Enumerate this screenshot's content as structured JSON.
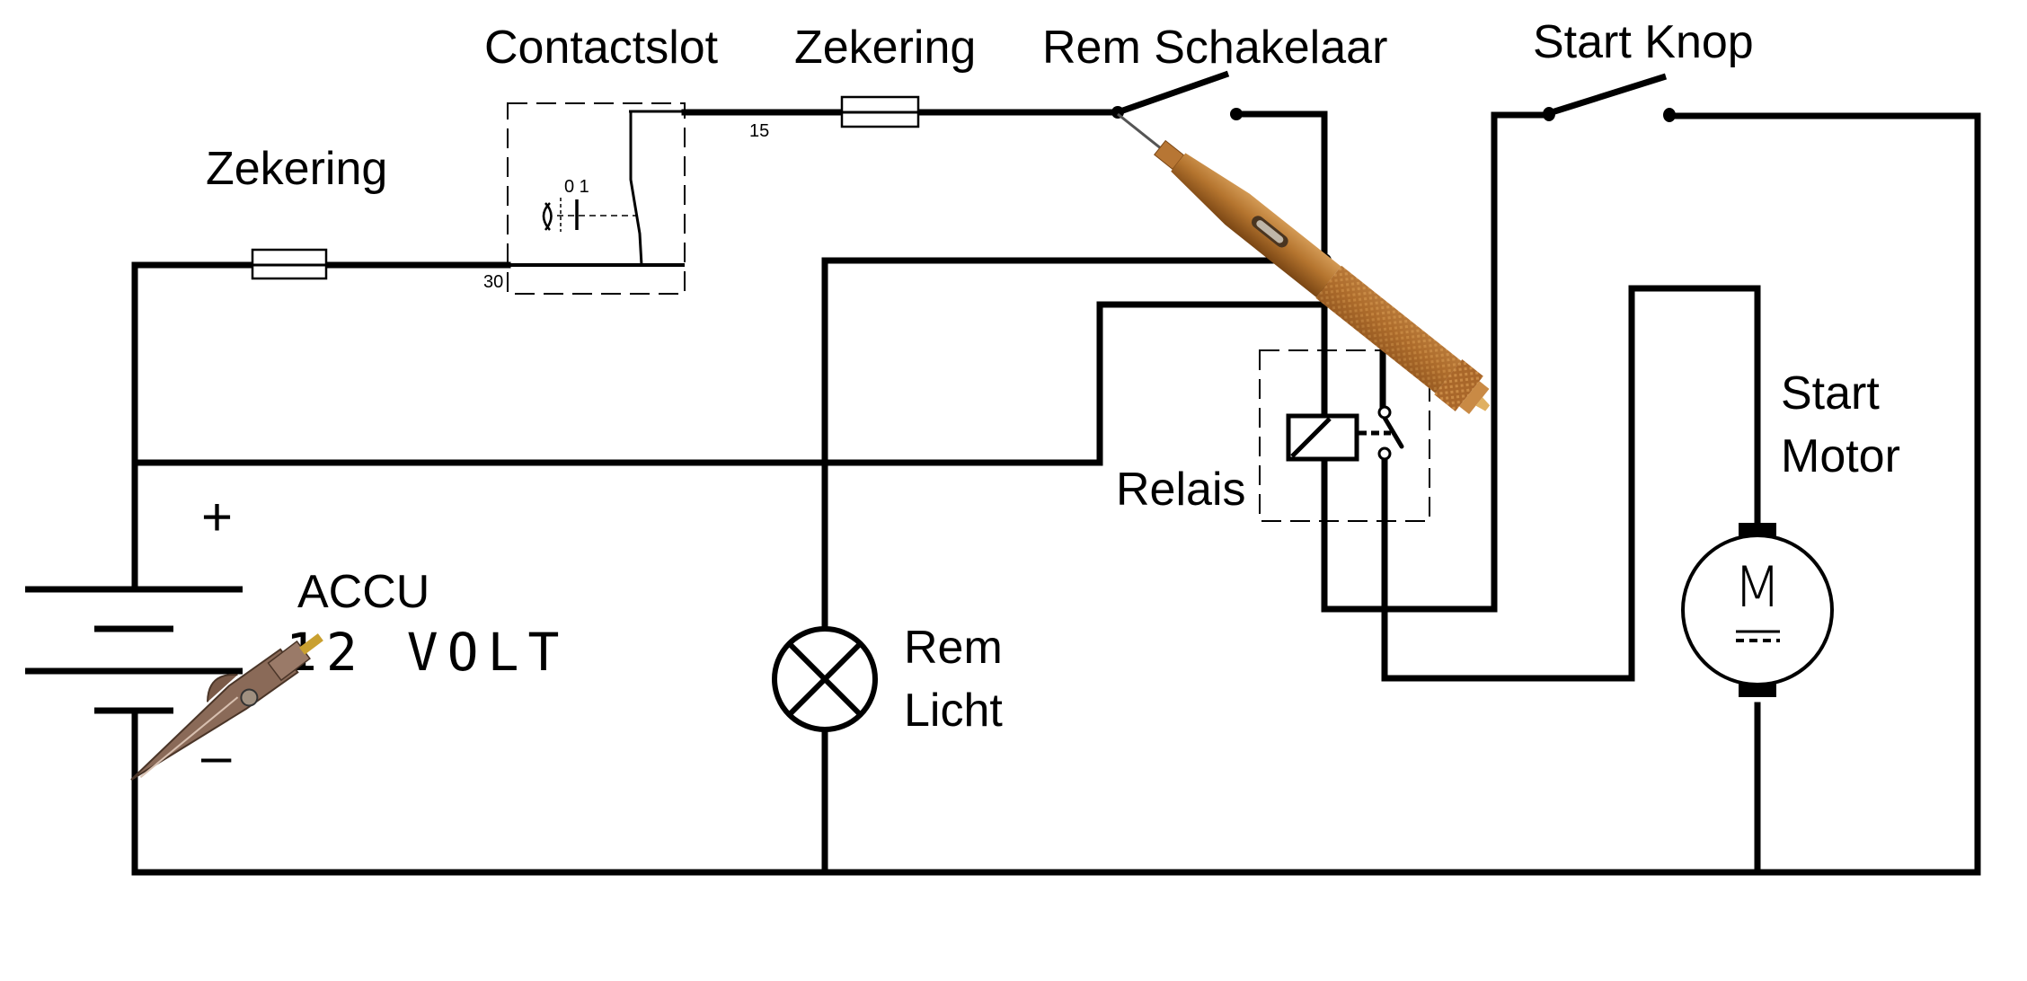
{
  "title": "Rem- en startcircuit met testlamp",
  "labels": {
    "fuse_left": "Zekering",
    "ignition_switch": "Contactslot",
    "fuse_top": "Zekering",
    "brake_switch": "Rem Schakelaar",
    "start_button": "Start Knop",
    "relay": "Relais",
    "starter_motor_line1": "Start",
    "starter_motor_line2": "Motor",
    "brake_light_line1": "Rem",
    "brake_light_line2": "Licht",
    "battery": "ACCU",
    "battery_voltage": "12 VOLT",
    "battery_plus": "+",
    "battery_minus": "–",
    "terminal_30": "30",
    "terminal_15": "15",
    "switch_positions": "0 1",
    "motor_symbol": "M"
  },
  "components": [
    {
      "id": "battery",
      "type": "battery",
      "voltage_v": 12
    },
    {
      "id": "fuse-1",
      "type": "fuse"
    },
    {
      "id": "ignition-switch",
      "type": "key-switch",
      "terminals": [
        "30",
        "15"
      ]
    },
    {
      "id": "fuse-2",
      "type": "fuse"
    },
    {
      "id": "brake-switch",
      "type": "switch",
      "state": "open"
    },
    {
      "id": "brake-light",
      "type": "lamp"
    },
    {
      "id": "relay",
      "type": "relay",
      "state": "open"
    },
    {
      "id": "start-button",
      "type": "switch",
      "state": "open"
    },
    {
      "id": "starter-motor",
      "type": "dc-motor"
    },
    {
      "id": "test-lamp-probe",
      "type": "test-probe"
    },
    {
      "id": "alligator-clip",
      "type": "clip"
    }
  ],
  "colors": {
    "wire": "#000000",
    "probe_brass": "#b5752f",
    "probe_dark": "#7a4614",
    "clip_metal": "#8a6a58"
  }
}
